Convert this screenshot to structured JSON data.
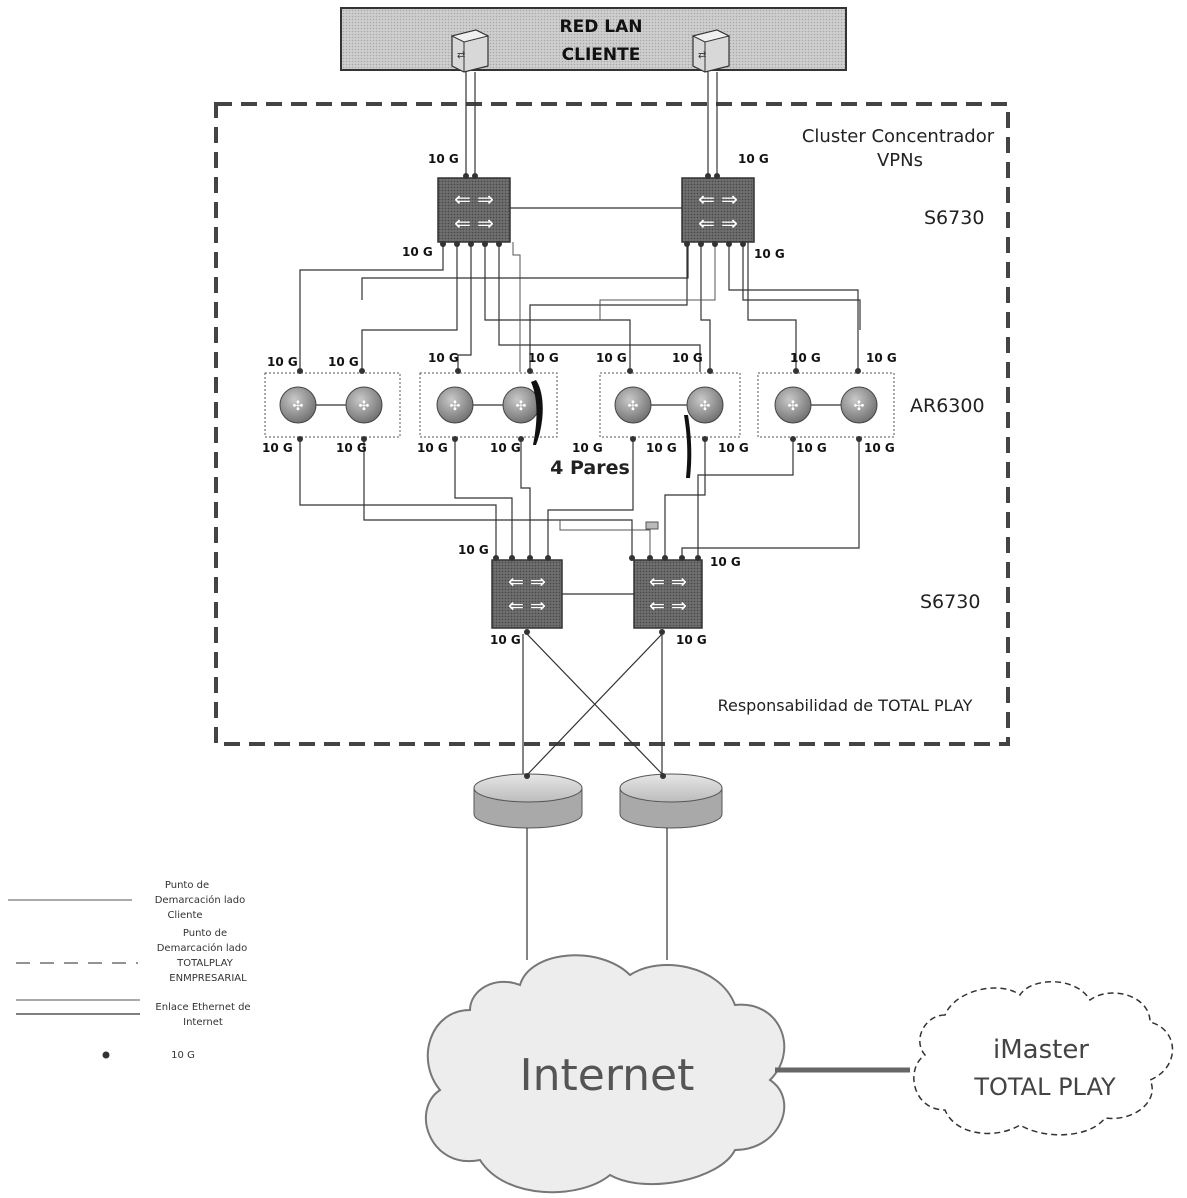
{
  "header": {
    "line1": "RED LAN",
    "line2": "CLIENTE"
  },
  "cluster": {
    "label_line1": "Cluster Concentrador",
    "label_line2": "VPNs"
  },
  "layers": {
    "top_switch": "S6730",
    "routers": "AR6300",
    "bottom_switch": "S6730"
  },
  "pairs_label": "4 Pares",
  "responsibility": "Responsabilidad de TOTAL PLAY",
  "port_label": "10 G",
  "clouds": {
    "internet": "Internet",
    "imaster_line1": "iMaster",
    "imaster_line2": "TOTAL PLAY"
  },
  "legend": {
    "client_line1": "Punto de",
    "client_line2": "Demarcación lado",
    "client_line3": "Cliente",
    "tp_line1": "Punto de",
    "tp_line2": "Demarcación lado",
    "tp_line3": "TOTALPLAY",
    "tp_line4": "ENMPRESARIAL",
    "eth_line1": "Enlace Ethernet de",
    "eth_line2": "Internet",
    "dot": "10 G"
  },
  "colors": {
    "device": "#6b6b6b",
    "header_bg": "#c8c8c8",
    "router_bg": "#9a9a9a"
  },
  "icons": [
    "lan-switch-icon",
    "l3-switch-icon",
    "router-icon",
    "edge-router-icon",
    "cloud-icon"
  ]
}
